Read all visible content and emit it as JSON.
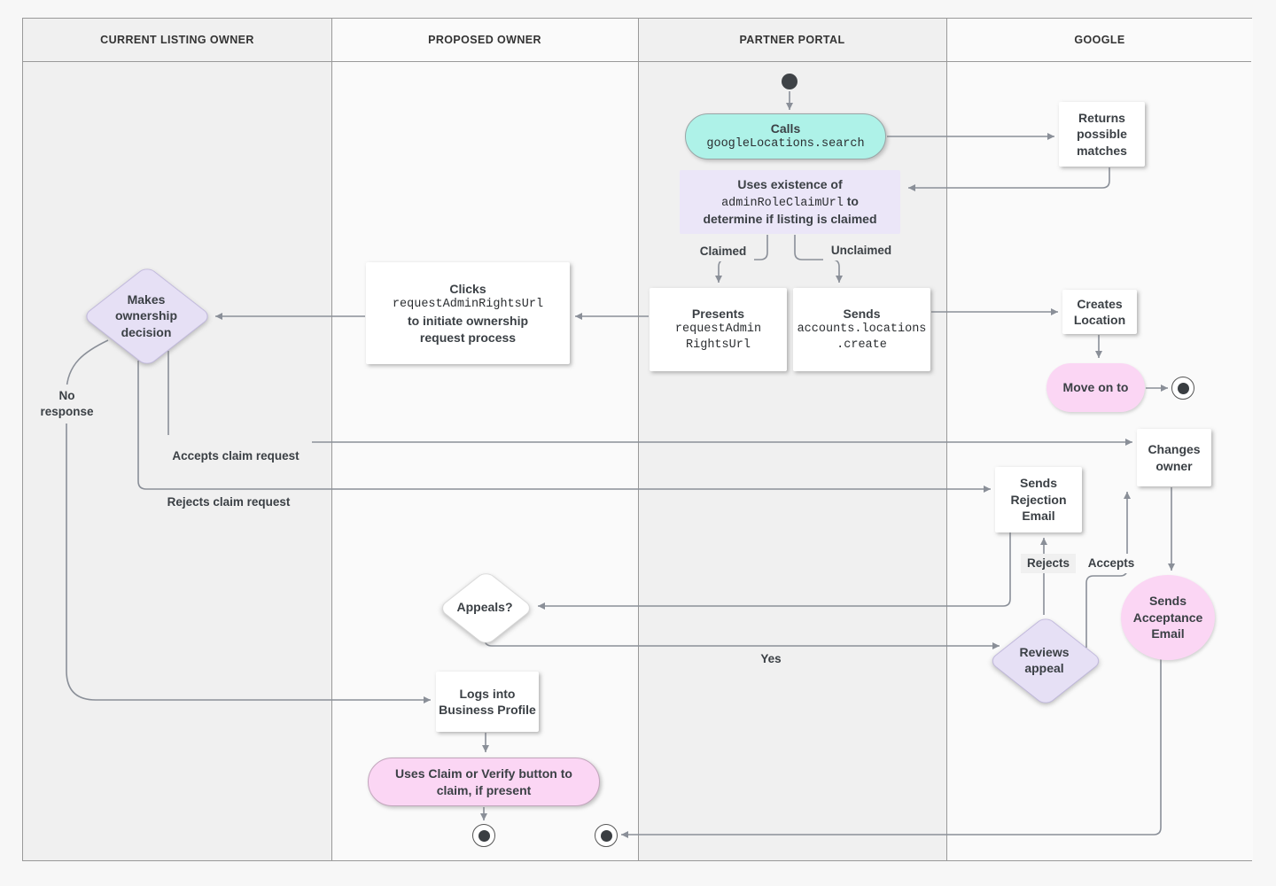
{
  "diagram": {
    "lanes": [
      {
        "label": "CURRENT LISTING OWNER"
      },
      {
        "label": "PROPOSED OWNER"
      },
      {
        "label": "PARTNER PORTAL"
      },
      {
        "label": "GOOGLE"
      }
    ],
    "nodes": {
      "calls": {
        "title": "Calls",
        "code": "googleLocations.search"
      },
      "returns": {
        "label": "Returns possible matches"
      },
      "uses": {
        "line1": "Uses existence of",
        "code": "adminRoleClaimUrl",
        "line2_suffix": " to",
        "line3": "determine if listing is claimed"
      },
      "presents": {
        "title": "Presents",
        "code1": "requestAdmin",
        "code2": "RightsUrl"
      },
      "sends_create": {
        "title": "Sends",
        "code1": "accounts.locations",
        "code2": ".create"
      },
      "creates_location": {
        "label": "Creates Location"
      },
      "move_on": {
        "label": "Move on to"
      },
      "clicks": {
        "title": "Clicks",
        "code": "requestAdminRightsUrl",
        "line2": "to initiate ownership",
        "line3": "request process"
      },
      "decision": {
        "label": "Makes ownership decision"
      },
      "changes_owner": {
        "label": "Changes owner"
      },
      "sends_rejection": {
        "label": "Sends Rejection Email"
      },
      "sends_acceptance": {
        "label": "Sends Acceptance Email"
      },
      "appeals": {
        "label": "Appeals?"
      },
      "reviews": {
        "label": "Reviews appeal"
      },
      "logs": {
        "label": "Logs into Business Profile"
      },
      "claim_button": {
        "label": "Uses Claim or Verify button to claim, if present"
      }
    },
    "edge_labels": {
      "claimed": "Claimed",
      "unclaimed": "Unclaimed",
      "no_response": "No response",
      "accepts_claim": "Accepts claim request",
      "rejects_claim": "Rejects claim request",
      "rejects": "Rejects",
      "accepts": "Accepts",
      "yes": "Yes"
    },
    "colors": {
      "teal": "#aef2e8",
      "lavender": "#ebe6f8",
      "diamond_lavender": "#e6e0f5",
      "pink": "#fbd6f4",
      "lane_gray": "#f0f0f0",
      "lane_light": "#fafafa",
      "edge": "#8a8f98",
      "border": "#999999"
    }
  }
}
